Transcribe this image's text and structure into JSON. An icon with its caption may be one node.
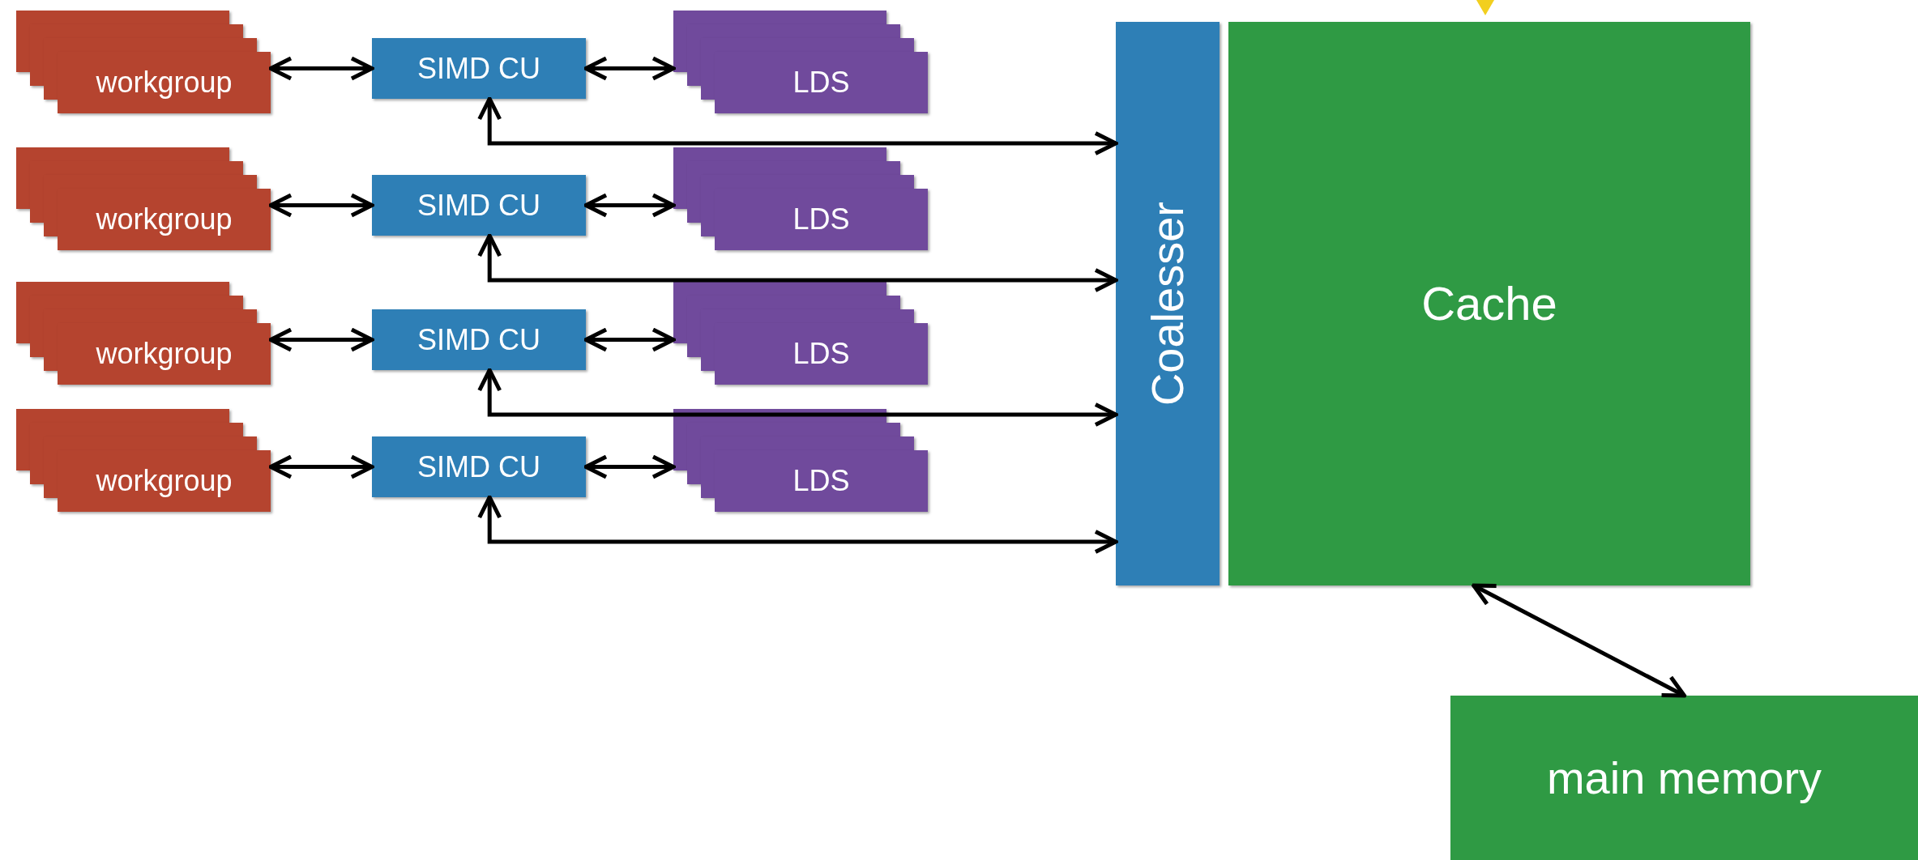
{
  "diagram": {
    "nodes": [
      {
        "text": [
          "workgroup"
        ]
      },
      {
        "text": [
          "SIMD CU"
        ]
      },
      {
        "text": [
          "LDS"
        ]
      },
      {
        "text": [
          "workgroup"
        ]
      },
      {
        "text": [
          "SIMD CU"
        ]
      },
      {
        "text": [
          "LDS"
        ]
      },
      {
        "text": [
          "workgroup"
        ]
      },
      {
        "text": [
          "SIMD CU"
        ]
      },
      {
        "text": [
          "LDS"
        ]
      },
      {
        "text": [
          "workgroup"
        ]
      },
      {
        "text": [
          "SIMD CU"
        ]
      },
      {
        "text": [
          "LDS"
        ]
      },
      {
        "text": [
          "Coalesser"
        ]
      },
      {
        "text": [
          "Cache"
        ]
      },
      {
        "text": [
          "main memory"
        ]
      }
    ],
    "edges": [
      {
        "from": 0,
        "to": 1,
        "arrow": "both"
      },
      {
        "from": 1,
        "to": 2,
        "arrow": "both"
      },
      {
        "from": 1,
        "to": 12,
        "arrow": "both"
      },
      {
        "from": 3,
        "to": 4,
        "arrow": "both"
      },
      {
        "from": 4,
        "to": 5,
        "arrow": "both"
      },
      {
        "from": 4,
        "to": 12,
        "arrow": "both"
      },
      {
        "from": 6,
        "to": 7,
        "arrow": "both"
      },
      {
        "from": 7,
        "to": 8,
        "arrow": "both"
      },
      {
        "from": 7,
        "to": 12,
        "arrow": "both"
      },
      {
        "from": 9,
        "to": 10,
        "arrow": "both"
      },
      {
        "from": 10,
        "to": 11,
        "arrow": "both"
      },
      {
        "from": 10,
        "to": 12,
        "arrow": "both"
      },
      {
        "from": 13,
        "to": 14,
        "arrow": "both"
      }
    ]
  }
}
